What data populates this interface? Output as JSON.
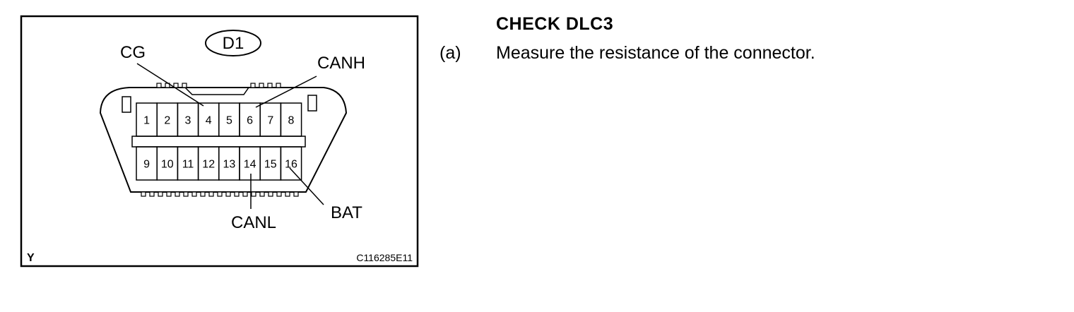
{
  "figure": {
    "connector_id": "D1",
    "corner_letter": "Y",
    "figure_code": "C116285E11",
    "pins_top": [
      "1",
      "2",
      "3",
      "4",
      "5",
      "6",
      "7",
      "8"
    ],
    "pins_bottom": [
      "9",
      "10",
      "11",
      "12",
      "13",
      "14",
      "15",
      "16"
    ],
    "callouts": {
      "cg": "CG",
      "canh": "CANH",
      "canl": "CANL",
      "bat": "BAT"
    }
  },
  "text": {
    "title": "CHECK DLC3",
    "step_label": "(a)",
    "step_text": "Measure the resistance of the connector."
  }
}
